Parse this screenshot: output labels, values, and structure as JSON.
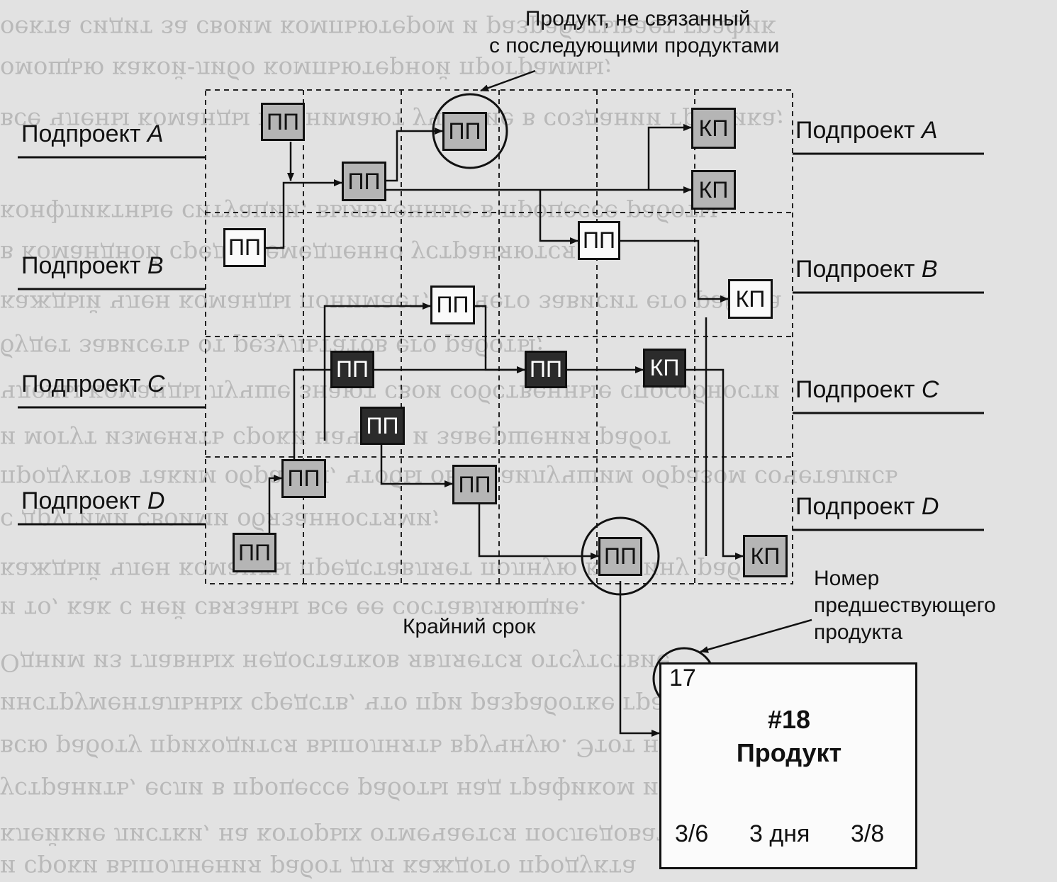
{
  "subprojects_left": [
    "Подпроект A",
    "Подпроект B",
    "Подпроект C",
    "Подпроект D"
  ],
  "subprojects_right": [
    "Подпроект A",
    "Подпроект B",
    "Подпроект C",
    "Подпроект D"
  ],
  "abbr": {
    "intermediate": "ПП",
    "key": "КП"
  },
  "callouts": {
    "unlinked_line1": "Продукт, не связанный",
    "unlinked_line2": "с последующими продуктами",
    "deadline": "Крайний срок",
    "pred_line1": "Номер",
    "pred_line2": "предшествующего",
    "pred_line3": "продукта"
  },
  "product_card": {
    "predecessor_number": "17",
    "number": "#18",
    "title": "Продукт",
    "start": "3/6",
    "duration": "3 дня",
    "end": "3/8"
  },
  "background_text": [
    "оекта сидит за своим компьютером и разрабатывает график",
    "омощью какой-либо компьютерной программы;",
    "все члены команды принимают участие в создании графика;",
    "конфликтные ситуации, выявленные в процессе работы,",
    "в командной среде немедленно устраняются;",
    "каждый член команды понимает, от чего зависит его работа",
    "будет зависеть от результатов его работы;",
    "члены команды лучше знают свои собственные способности",
    "и могут изменять сроки начала и завершения работ",
    "продуктов таким образом, чтобы они наилучшим образом сочетались",
    "с другими своими обязанностями;",
    "каждый член команды представляет полную картину работы",
    "и то, как с ней связаны все ее составляющие.",
    "Одним из главных недостатков является отсутствие",
    "инструментальных средств, что при разработке графика продуктов",
    "всю работу приходится выполнять вручную. Этот недостаток легко",
    "устранить, если в процессе работы над графиком использовать",
    "клейкие листки, на которых отмечается последовательность работ",
    "и сроки выполнения работ для каждого продукта"
  ]
}
